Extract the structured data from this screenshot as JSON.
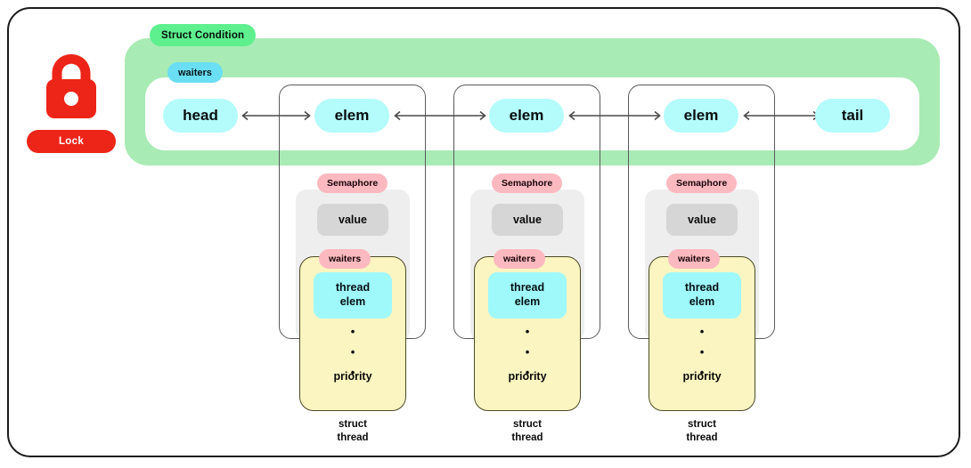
{
  "diagram": {
    "title_badge": "Struct Condition",
    "lock": {
      "icon": "lock-icon",
      "label": "Lock",
      "color": "#ec2518"
    },
    "condition": {
      "badge": "Struct Condition",
      "badge_color": "#5ef08f",
      "container_color": "#a9ebb4",
      "waiters_badge": "waiters",
      "waiters_badge_color": "#6adef2",
      "list": {
        "head_label": "head",
        "tail_label": "tail",
        "elem_label": "elem",
        "pill_color": "#b4fbfb"
      }
    },
    "semaphores": [
      {
        "badge": "Semaphore",
        "value_label": "value",
        "waiters_badge": "waiters",
        "thread_elem_label": "thread\nelem",
        "thread_elem_line1": "thread",
        "thread_elem_line2": "elem",
        "priority_label": "priority",
        "caption_line1": "struct",
        "caption_line2": "thread",
        "dots": [
          "•",
          "•",
          "•"
        ]
      },
      {
        "badge": "Semaphore",
        "value_label": "value",
        "waiters_badge": "waiters",
        "thread_elem_line1": "thread",
        "thread_elem_line2": "elem",
        "priority_label": "priority",
        "caption_line1": "struct",
        "caption_line2": "thread",
        "dots": [
          "•",
          "•",
          "•"
        ]
      },
      {
        "badge": "Semaphore",
        "value_label": "value",
        "waiters_badge": "waiters",
        "thread_elem_line1": "thread",
        "thread_elem_line2": "elem",
        "priority_label": "priority",
        "caption_line1": "struct",
        "caption_line2": "thread",
        "dots": [
          "•",
          "•",
          "•"
        ]
      }
    ],
    "colors": {
      "lock_red": "#ec2518",
      "green_container": "#a9ebb4",
      "green_badge": "#5ef08f",
      "cyan_pill": "#b4fbfb",
      "cyan_badge": "#6adef2",
      "pink_badge": "#fcb9c0",
      "grey_box": "#eeeeee",
      "grey_value": "#d6d6d6",
      "yellow_thread": "#fbf5c1",
      "thread_elem_cyan": "#9ff9fb",
      "frame_border": "#1b1b1b"
    }
  }
}
